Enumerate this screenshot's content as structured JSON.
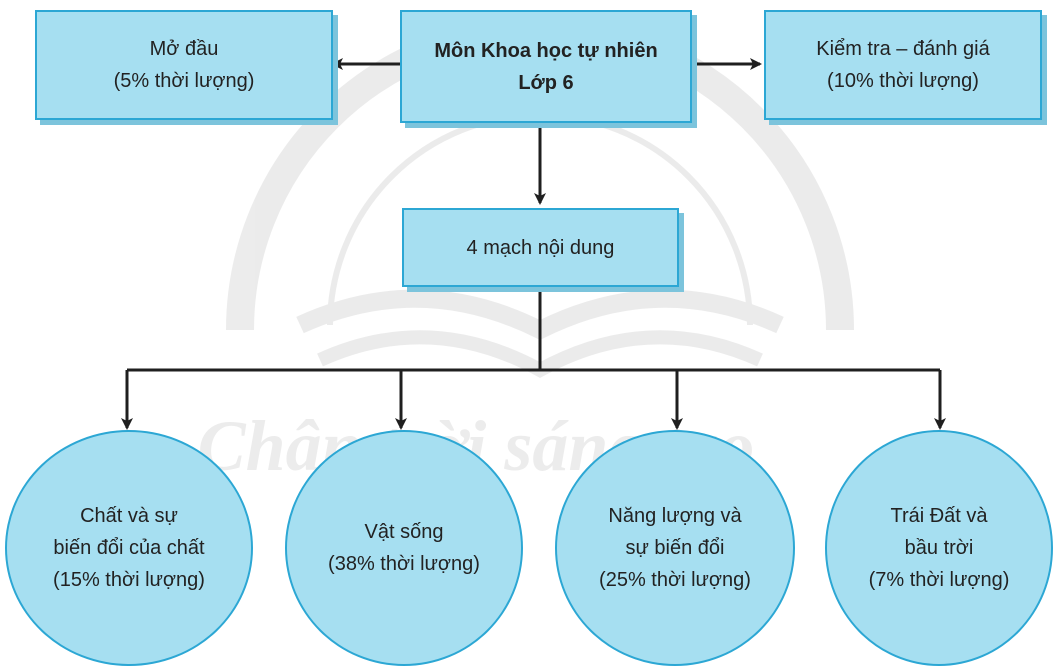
{
  "watermark": {
    "text": "Chân trời sáng tạo"
  },
  "root": {
    "lines": [
      "Môn Khoa học tự nhiên",
      "Lớp 6"
    ]
  },
  "intro": {
    "lines": [
      "Mở đầu",
      "(5% thời lượng)"
    ]
  },
  "assessment": {
    "lines": [
      "Kiểm tra – đánh giá",
      "(10% thời lượng)"
    ]
  },
  "strands": {
    "lines": [
      "4 mạch nội dung"
    ]
  },
  "topics": [
    {
      "lines": [
        "Chất và sự",
        "biến đổi của chất",
        "(15% thời lượng)"
      ]
    },
    {
      "lines": [
        "Vật sống",
        "(38% thời lượng)"
      ]
    },
    {
      "lines": [
        "Năng lượng và",
        "sự biến đổi",
        "(25% thời lượng)"
      ]
    },
    {
      "lines": [
        "Trái Đất và",
        "bầu trời",
        "(7% thời lượng)"
      ]
    }
  ],
  "colors": {
    "fill": "#a6dff1",
    "border": "#2ca7d4",
    "shadow": "#7cc4dc",
    "connector": "#1f1f1f"
  }
}
